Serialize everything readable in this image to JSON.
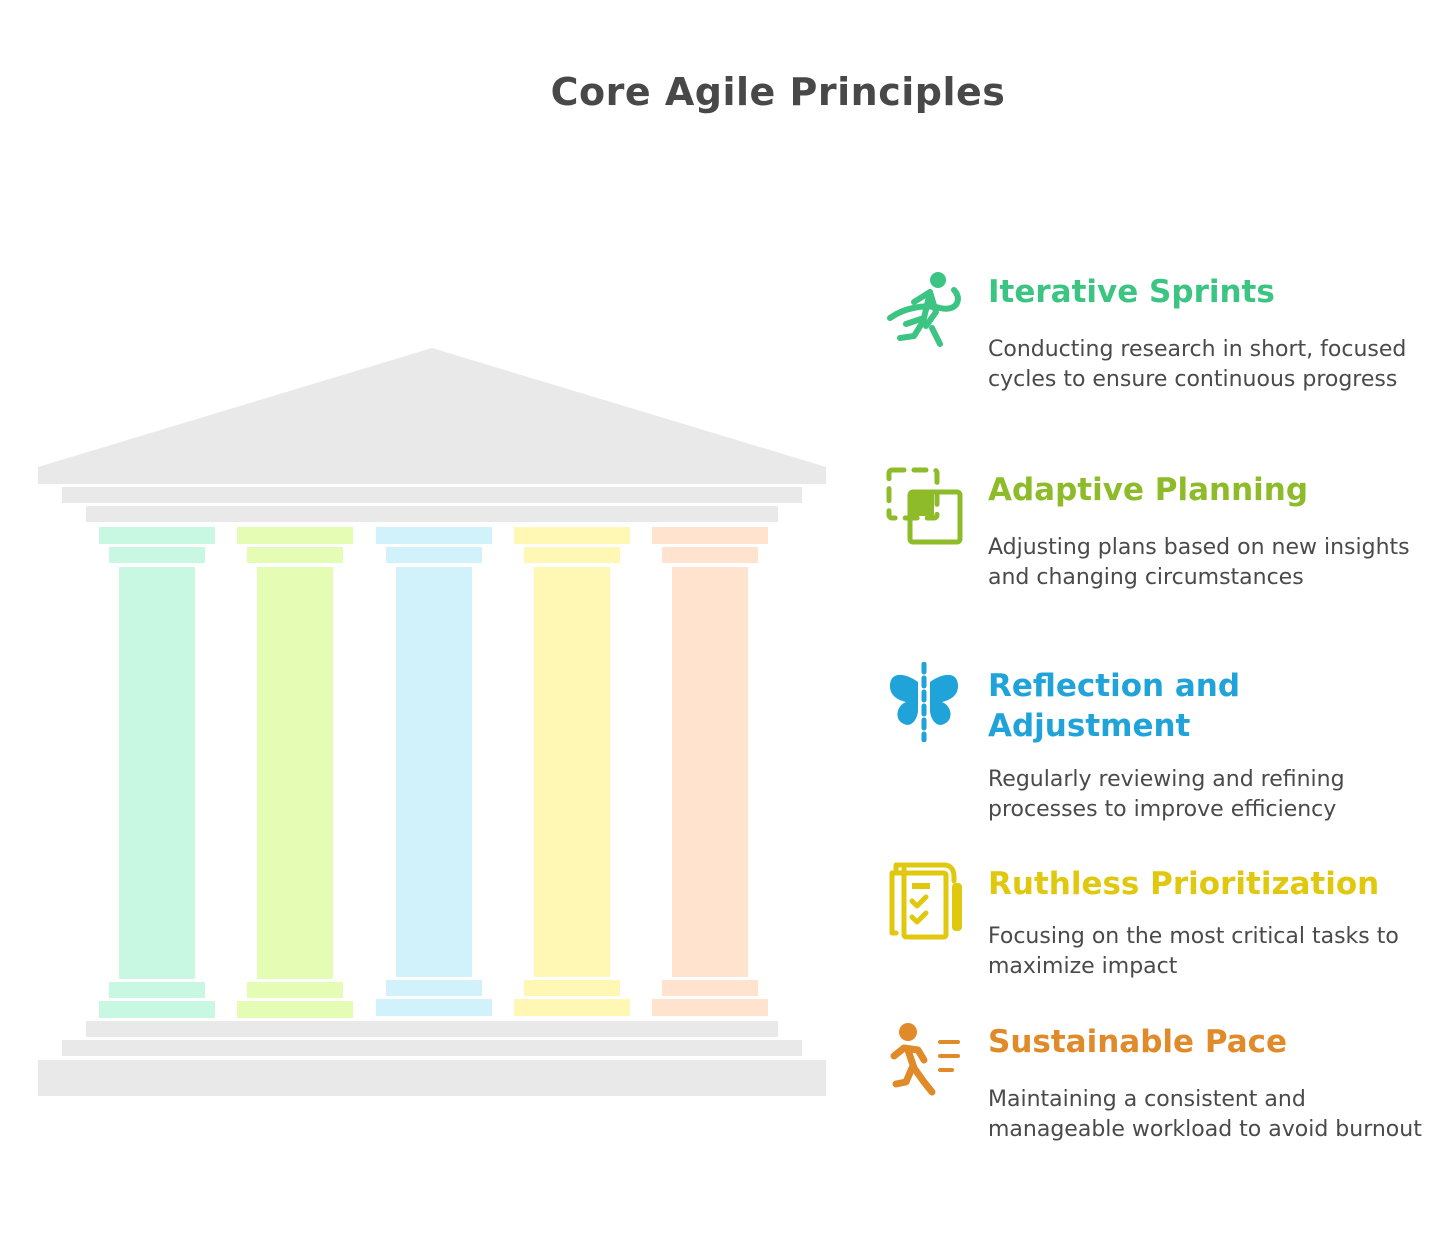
{
  "title": "Core Agile Principles",
  "colors": {
    "roof": "#e9e9e9",
    "pillar_1": "#c9f8e2",
    "pillar_2": "#e5fcb4",
    "pillar_3": "#d2f2fb",
    "pillar_4": "#fff7b4",
    "pillar_5": "#ffe3ce"
  },
  "principles": [
    {
      "title": "Iterative Sprints",
      "description": "Conducting research in short, focused cycles to ensure continuous progress",
      "icon": "runner-ribbon-icon",
      "color": "#3cc483"
    },
    {
      "title": "Adaptive Planning",
      "description": "Adjusting plans based on new insights and changing circumstances",
      "icon": "dashed-square-shift-icon",
      "color": "#8ebb2a"
    },
    {
      "title": "Reflection and Adjustment",
      "description": "Regularly reviewing and refining processes to improve efficiency",
      "icon": "butterfly-symmetry-icon",
      "color": "#1fa3d8"
    },
    {
      "title": "Ruthless Prioritization",
      "description": "Focusing on the most critical tasks to maximize impact",
      "icon": "checklist-clipboard-icon",
      "color": "#e0c80e"
    },
    {
      "title": "Sustainable Pace",
      "description": "Maintaining a consistent and manageable workload to avoid burnout",
      "icon": "running-person-icon",
      "color": "#e08a2a"
    }
  ]
}
